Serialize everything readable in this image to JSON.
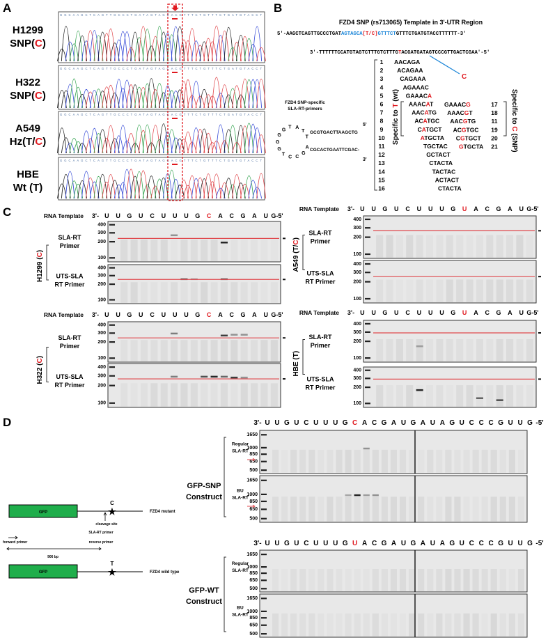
{
  "panel_a": {
    "label": "A",
    "sequence": "GGCAAGCTCAGTTGCCCTGATAGTAGCACGTTTCTGTTTCTGATGTACCT",
    "rows": [
      {
        "name": "H1299",
        "geno_pre": "SNP(",
        "geno_hl": "C",
        "geno_post": ")"
      },
      {
        "name": "H322",
        "geno_pre": "SNP(",
        "geno_hl": "C",
        "geno_post": ")"
      },
      {
        "name": "A549",
        "geno_pre": "Hz(T/",
        "geno_hl": "C",
        "geno_post": ")"
      },
      {
        "name": "HBE",
        "geno_pre": "Wt (T)",
        "geno_hl": "",
        "geno_post": ""
      }
    ],
    "base_colors": {
      "A": "#3aa655",
      "C": "#3b4fd8",
      "G": "#222222",
      "T": "#e0474c"
    },
    "highlight_color": "#e0191f"
  },
  "panel_b": {
    "label": "B",
    "title": "FZD4 SNP (rs713065) Template in 3'-UTR Region",
    "seq5": {
      "pre": "5'-AAGCTCAGTTGCCCTGAT",
      "blue1": "AGTAGCA",
      "snp": "[T/C]",
      "blue2": "GTTTCT",
      "post": "GTTTCTGATGTACCTTTTTT-3'"
    },
    "seq3": {
      "pre": "3'-TTTTTTCCATGTAGTCTTTGTCTTTG",
      "snp": "T",
      "post": "ACGATGATAGTCCCGTTGACTCGAA'-5'"
    },
    "snp_base": "C",
    "primer_caption": [
      "FZD4 SNP-specific",
      "SLA-RT-primers"
    ],
    "hairpin": {
      "loop": [
        "A",
        "G",
        "C",
        "C",
        "T",
        "G",
        "G",
        "G",
        "G",
        "T",
        "A",
        "T",
        "T"
      ],
      "stem_top": "GCGTGACTTAAGCTG",
      "stem_bottom": "CGCACTGAATTCGAC-",
      "end5": "5'",
      "end3": "3'"
    },
    "primers_wt": [
      {
        "n": "1",
        "pre": "AACAGA",
        "hl": "",
        "post": ""
      },
      {
        "n": "2",
        "pre": "ACAGAA",
        "hl": "",
        "post": ""
      },
      {
        "n": "3",
        "pre": "CAGAAA",
        "hl": "",
        "post": ""
      },
      {
        "n": "4",
        "pre": "AGAAAC",
        "hl": "",
        "post": ""
      },
      {
        "n": "5",
        "pre": "GAAAC",
        "hl": "A",
        "post": ""
      },
      {
        "n": "6",
        "pre": "AAAC",
        "hl": "A",
        "post": "T"
      },
      {
        "n": "7",
        "pre": "AAC",
        "hl": "A",
        "post": "TG"
      },
      {
        "n": "8",
        "pre": "AC",
        "hl": "A",
        "post": "TGC"
      },
      {
        "n": "9",
        "pre": "C",
        "hl": "A",
        "post": "TGCT"
      },
      {
        "n": "10",
        "pre": "",
        "hl": "A",
        "post": "TGCTA"
      },
      {
        "n": "11",
        "pre": "TGCTAC",
        "hl": "",
        "post": ""
      },
      {
        "n": "12",
        "pre": "GCTACT",
        "hl": "",
        "post": ""
      },
      {
        "n": "13",
        "pre": "CTACTA",
        "hl": "",
        "post": ""
      },
      {
        "n": "14",
        "pre": "TACTAC",
        "hl": "",
        "post": ""
      },
      {
        "n": "15",
        "pre": "ACTACT",
        "hl": "",
        "post": ""
      },
      {
        "n": "16",
        "pre": "CTACTA",
        "hl": "",
        "post": ""
      }
    ],
    "primers_snp": [
      {
        "n": "17",
        "pre": "GAAAC",
        "hl": "G",
        "post": ""
      },
      {
        "n": "18",
        "pre": "AAAC",
        "hl": "G",
        "post": "T"
      },
      {
        "n": "11",
        "pre": "AAC",
        "hl": "G",
        "post": "TG"
      },
      {
        "n": "19",
        "pre": "AC",
        "hl": "G",
        "post": "TGC"
      },
      {
        "n": "20",
        "pre": "C",
        "hl": "G",
        "post": "TGCT"
      },
      {
        "n": "21",
        "pre": "",
        "hl": "G",
        "post": "TGCTA"
      }
    ],
    "specific_wt": {
      "pre": "Specific to ",
      "hl": "T",
      "post": " (wt)"
    },
    "specific_snp": {
      "pre": "Specific to ",
      "hl": "C",
      "post": " (SNP)"
    }
  },
  "panel_c": {
    "label": "C",
    "template_label": "RNA Template",
    "ladder": [
      "400",
      "300",
      "200",
      "100"
    ],
    "primer_labels": {
      "sla": [
        "SLA-RT",
        "Primer"
      ],
      "uts": [
        "UTS-SLA",
        "RT Primer"
      ]
    },
    "blocks": [
      {
        "cell": "H1299",
        "geno_pre": " (",
        "geno_hl": "C",
        "geno_post": ")",
        "lanes": [
          "3'-",
          "U",
          "U",
          "G",
          "U",
          "C",
          "U",
          "U",
          "U",
          "G",
          "C",
          "A",
          "C",
          "G",
          "A",
          "U",
          "G-5'"
        ],
        "hl_index": 10
      },
      {
        "cell": "A549",
        "geno_pre": " (T/",
        "geno_hl": "C",
        "geno_post": ")",
        "lanes": [
          "3'-",
          "U",
          "U",
          "G",
          "U",
          "C",
          "U",
          "U",
          "U",
          "G",
          "U",
          "A",
          "C",
          "G",
          "A",
          "U",
          "G-5'"
        ],
        "hl_index": 10
      },
      {
        "cell": "H322",
        "geno_pre": " (",
        "geno_hl": "C",
        "geno_post": ")",
        "lanes": [
          "3'-",
          "U",
          "U",
          "G",
          "U",
          "C",
          "U",
          "U",
          "U",
          "G",
          "C",
          "A",
          "C",
          "G",
          "A",
          "U",
          "G-5'"
        ],
        "hl_index": 10
      },
      {
        "cell": "HBE",
        "geno_pre": " (T)",
        "geno_hl": "",
        "geno_post": "",
        "lanes": [
          "3'-",
          "U",
          "U",
          "G",
          "U",
          "C",
          "U",
          "U",
          "U",
          "G",
          "U",
          "A",
          "C",
          "G",
          "A",
          "U",
          "G-5'"
        ],
        "hl_index": 10
      }
    ]
  },
  "panel_d": {
    "label": "D",
    "ladder": [
      "1650",
      "1000",
      "850",
      "650",
      "500"
    ],
    "gels": [
      {
        "construct": [
          "GFP-SNP",
          "Construct"
        ],
        "sequence": [
          "3'-",
          "U",
          "U",
          "G",
          "U",
          "C",
          "U",
          "U",
          "U",
          "G",
          "C",
          "A",
          "C",
          "G",
          "A",
          "U",
          "G",
          "A",
          "U",
          "A",
          "G",
          "U",
          "C",
          "C",
          "C",
          "G",
          "U",
          "U",
          "G",
          "-5'"
        ],
        "hl_index": 10,
        "rows": [
          [
            "Regular",
            "SLA-RT"
          ],
          [
            "BU",
            "SLA-RT"
          ]
        ]
      },
      {
        "construct": [
          "GFP-WT",
          "Construct"
        ],
        "sequence": [
          "3'-",
          "U",
          "U",
          "G",
          "U",
          "C",
          "U",
          "U",
          "U",
          "G",
          "U",
          "A",
          "C",
          "G",
          "A",
          "U",
          "G",
          "A",
          "U",
          "A",
          "G",
          "U",
          "C",
          "C",
          "C",
          "G",
          "U",
          "U",
          "G",
          "-5'"
        ],
        "hl_index": 10,
        "rows": [
          [
            "Regular",
            "SLA-RT"
          ],
          [
            "BU",
            "SLA-RT"
          ]
        ]
      }
    ],
    "schematic": {
      "gfp": "GFP",
      "mutant_base": "C",
      "wt_base": "T",
      "mutant_label": "FZD4 mutant",
      "wt_label": "FZD4 wild type",
      "cleavage": "cleavage site",
      "sla_primer": "SLA-RT primer",
      "forward": "forward primer",
      "reverse": "reverse primer",
      "length": "906 bp",
      "gfp_color": "#1fae4b"
    }
  }
}
